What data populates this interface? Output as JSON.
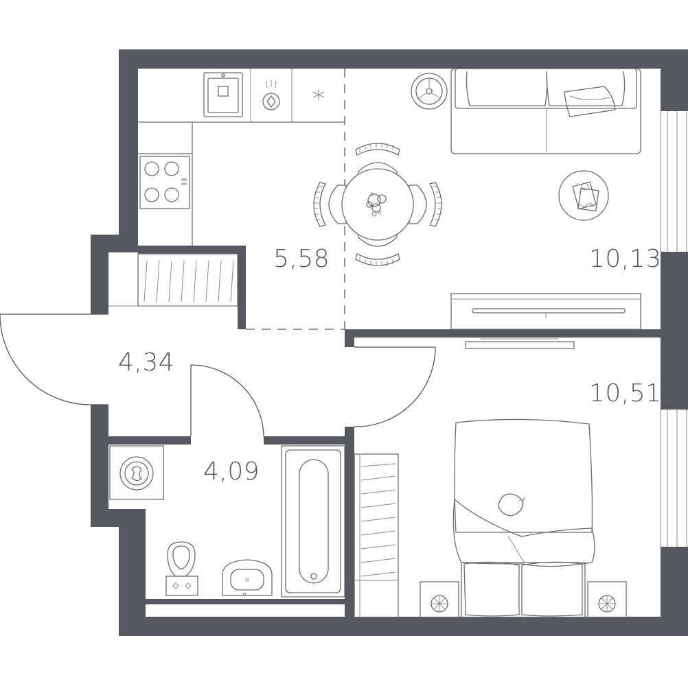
{
  "rooms": {
    "kitchen": {
      "area": "5,58"
    },
    "living_room": {
      "area": "10,13"
    },
    "hallway": {
      "area": "4,34"
    },
    "bathroom": {
      "area": "4,09"
    },
    "bedroom": {
      "area": "10,51"
    }
  },
  "colors": {
    "wall": "#55565e",
    "furniture_line": "#6b6c73",
    "background": "#ffffff"
  }
}
